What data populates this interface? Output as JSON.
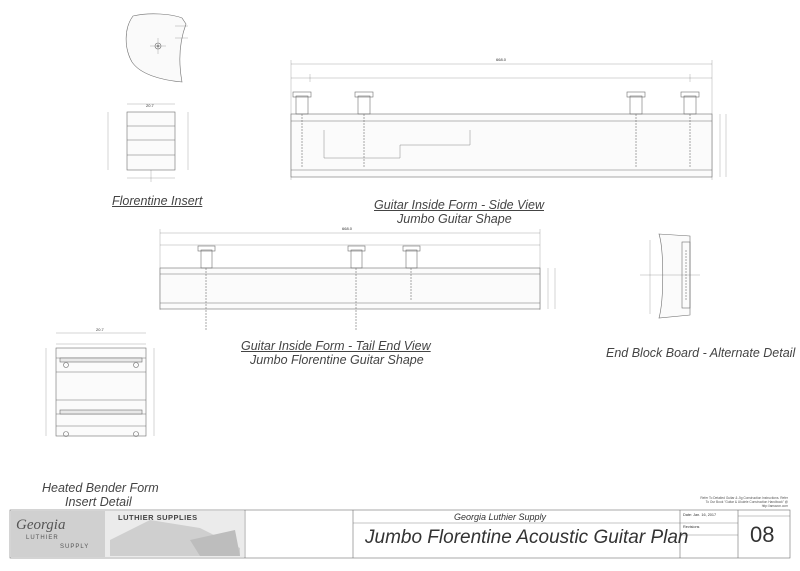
{
  "views": {
    "florentine_insert": "Florentine Insert",
    "side_view_line1": "Guitar Inside Form - Side View",
    "side_view_line2": "Jumbo Guitar Shape",
    "tail_view_line1": "Guitar Inside Form - Tail End View",
    "tail_view_line2": "Jumbo Florentine Guitar Shape",
    "end_block": "End Block Board - Alternate Detail",
    "bender_line1": "Heated Bender Form",
    "bender_line2": "Insert Detail"
  },
  "title_block": {
    "company": "Georgia Luthier Supply",
    "plan_title": "Jumbo Florentine Acoustic Guitar Plan",
    "sheet_number": "08",
    "date_label": "Date: Jan. 16, 2017",
    "revisions_label": "Revisions",
    "logo_main": "Georgia",
    "logo_sub": "LUTHIER",
    "logo_sub2": "SUPPLY",
    "banner": "LUTHIER SUPPLIES",
    "web_note": "Refer To Detailed Guitar & Jig Construction Instructions. Refer To Our Book \"Guitar & Ukulele Construction Handbook\" @ http://amazon.com"
  },
  "dimensions": {
    "side_total": "668.0",
    "tail_total": "668.0",
    "insert_width": "20.7",
    "bender_width": "20.7"
  },
  "colors": {
    "line": "#6f6f6f",
    "text": "#444444"
  }
}
